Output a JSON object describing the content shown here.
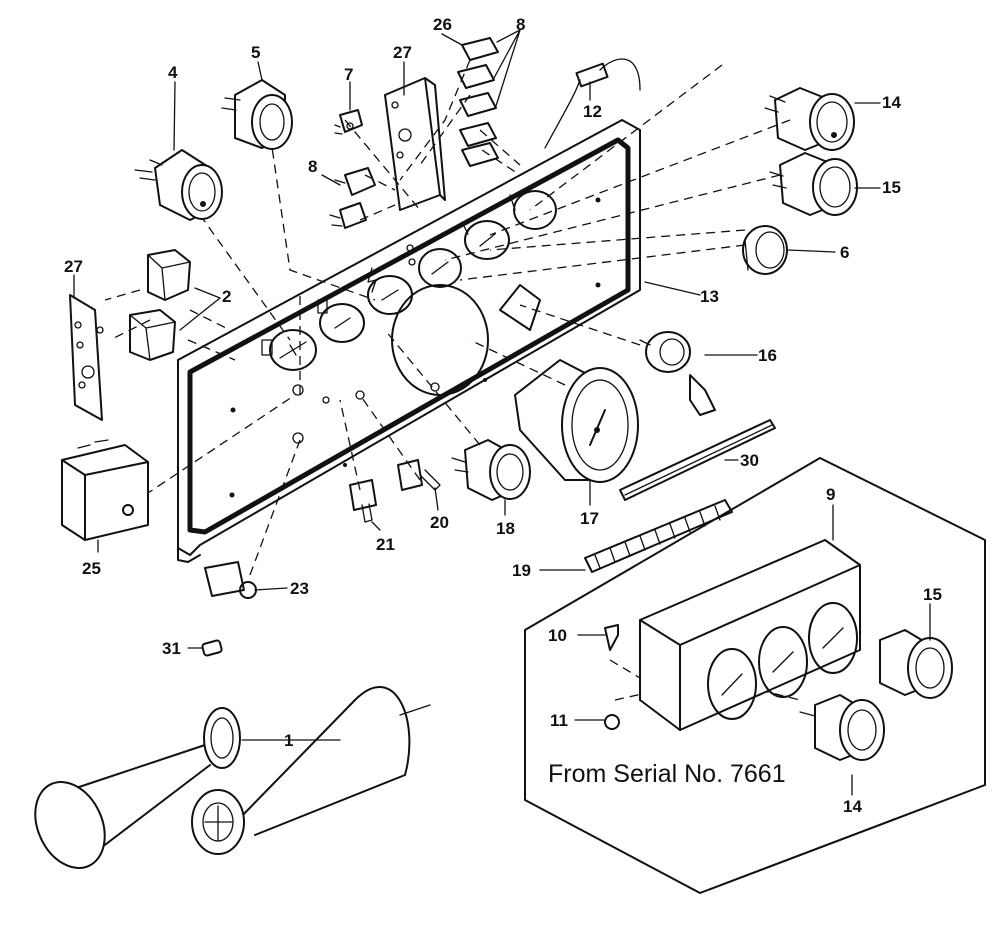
{
  "diagram": {
    "callouts": {
      "c1": "1",
      "c2": "2",
      "c4": "4",
      "c5": "5",
      "c6": "6",
      "c7": "7",
      "c8a": "8",
      "c8b": "8",
      "c9": "9",
      "c10": "10",
      "c11": "11",
      "c12": "12",
      "c13": "13",
      "c14a": "14",
      "c14b": "14",
      "c15a": "15",
      "c15b": "15",
      "c16": "16",
      "c17": "17",
      "c18": "18",
      "c19": "19",
      "c20": "20",
      "c21": "21",
      "c23": "23",
      "c25": "25",
      "c26": "26",
      "c27a": "27",
      "c27b": "27",
      "c30": "30",
      "c31": "31"
    },
    "serial_note": "From Serial No. 7661"
  }
}
